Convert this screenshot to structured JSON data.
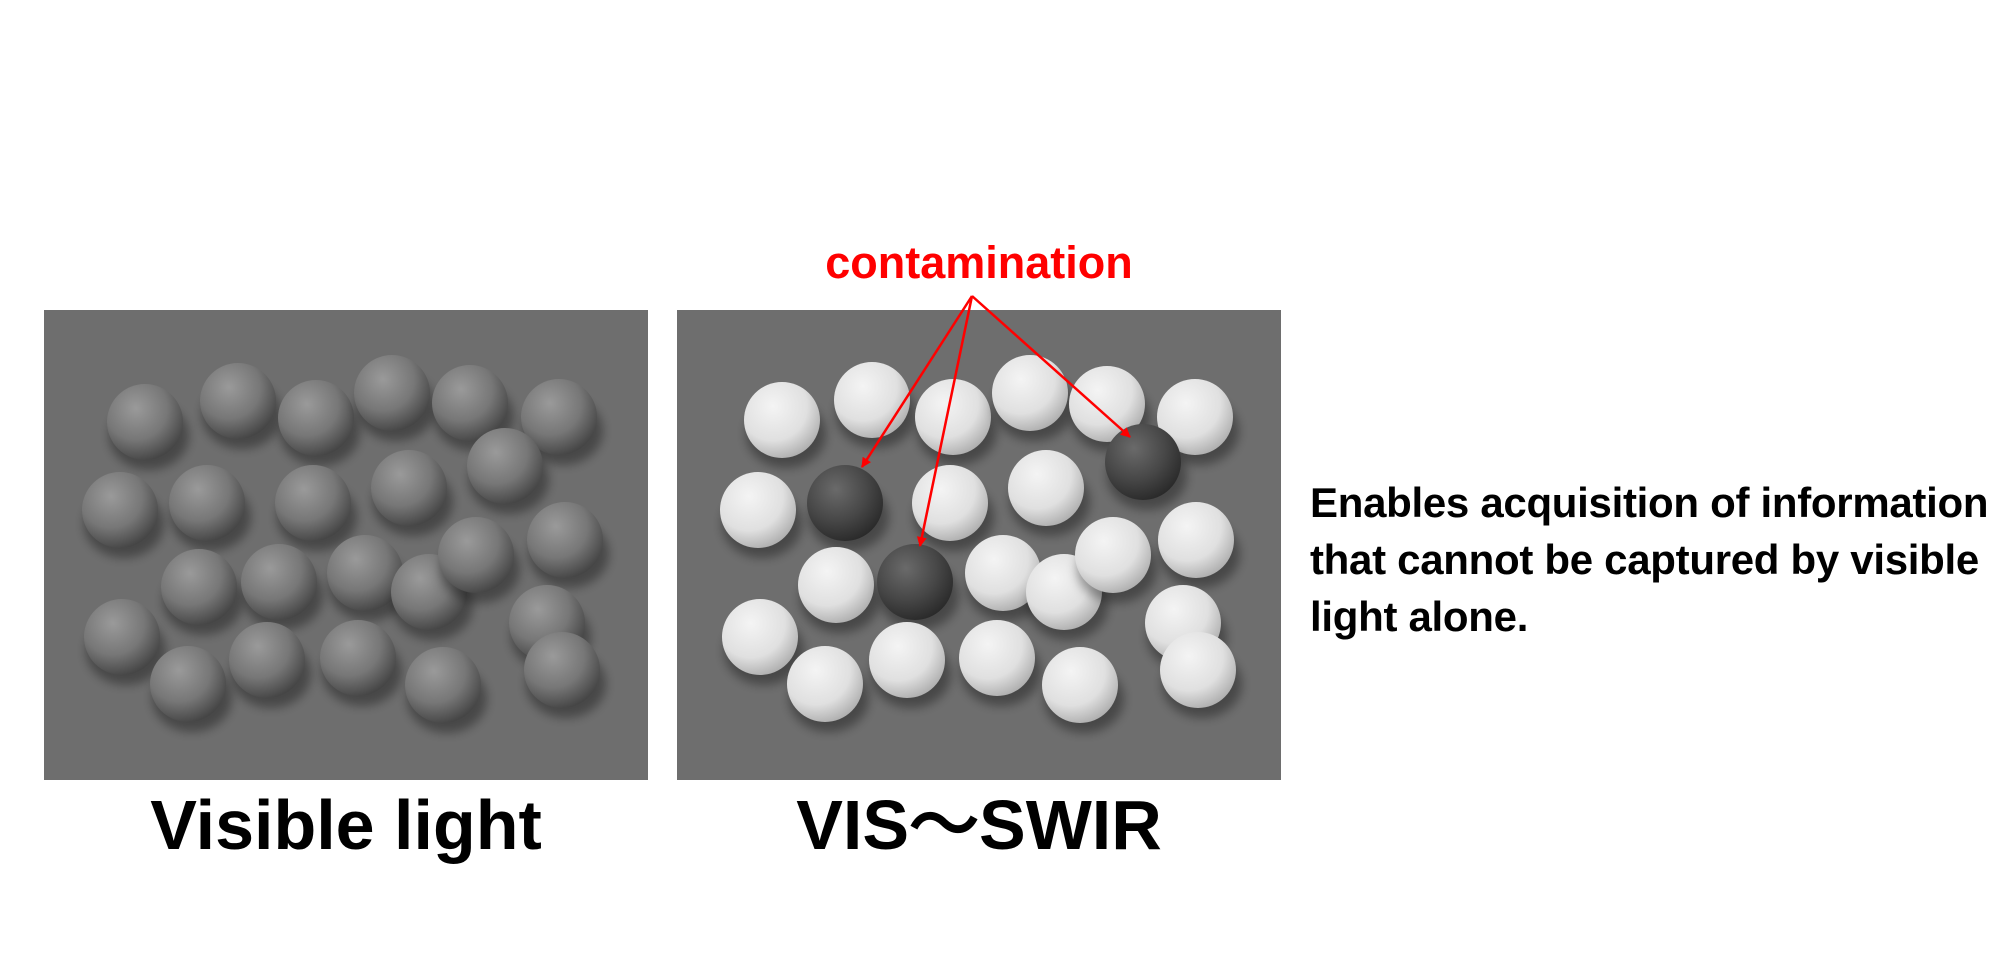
{
  "panels": {
    "left": {
      "caption": "Visible light"
    },
    "right": {
      "caption": "VIS〜SWIR",
      "annotation": "contamination"
    }
  },
  "description": "Enables acquisition of information that cannot be captured by visible light alone.",
  "colors": {
    "panel_background": "#6e6e6e",
    "sphere_visible": "#7a7a7a",
    "sphere_swir_normal": "#e4e4e4",
    "sphere_swir_contaminated": "#4a4a4a",
    "annotation": "#ff0000",
    "text": "#000000"
  },
  "icons": {
    "arrow": "red-arrow-icon",
    "sphere": "sphere-icon"
  }
}
